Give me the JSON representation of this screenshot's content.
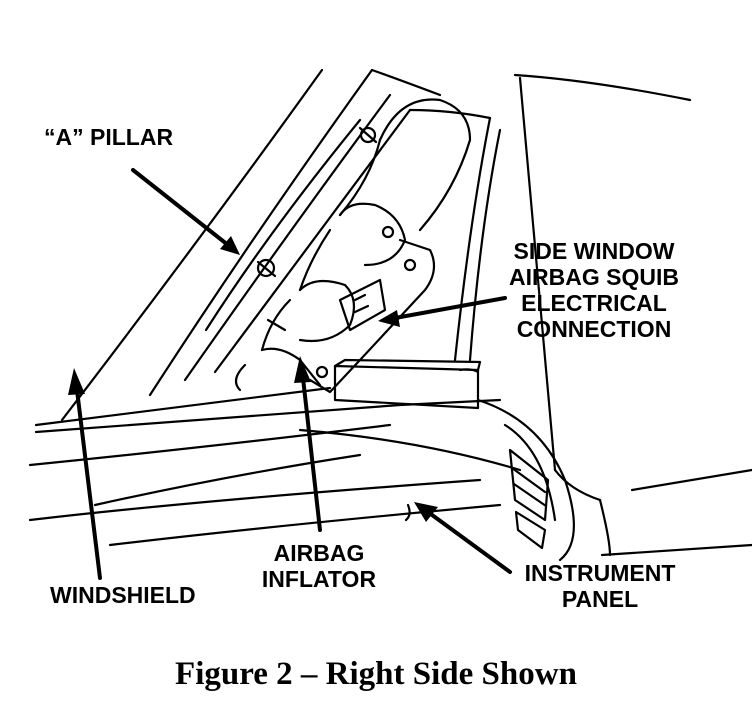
{
  "labels": {
    "a_pillar": "“A” PILLAR",
    "side_window": [
      "SIDE WINDOW",
      "AIRBAG SQUIB",
      "ELECTRICAL",
      "CONNECTION"
    ],
    "windshield": "WINDSHIELD",
    "airbag_inflator": [
      "AIRBAG",
      "INFLATOR"
    ],
    "instrument_panel": [
      "INSTRUMENT",
      "PANEL"
    ]
  },
  "caption": "Figure 2 – Right Side Shown"
}
